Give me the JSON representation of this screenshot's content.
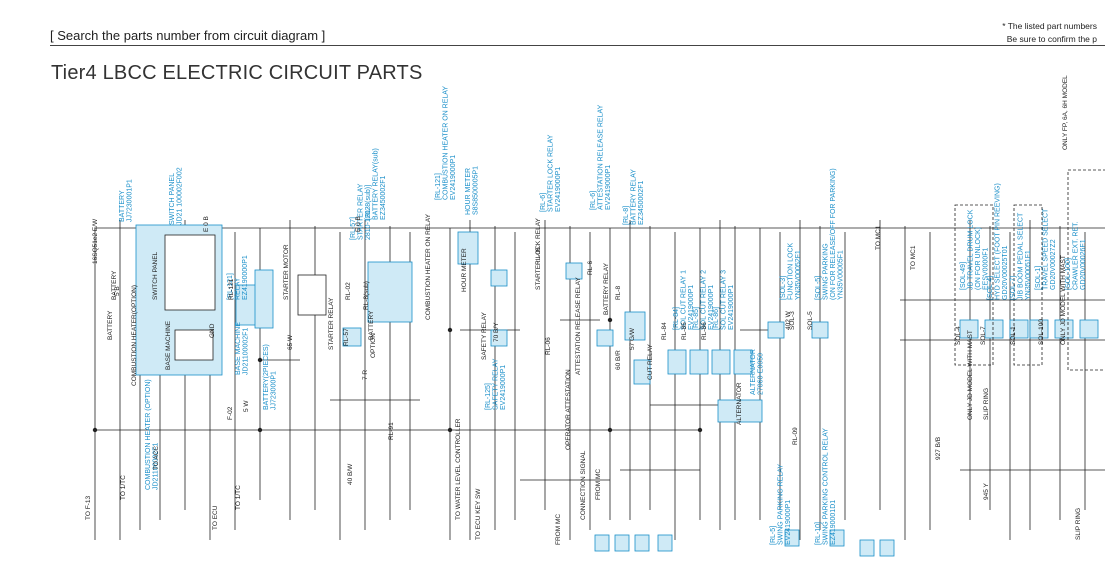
{
  "header": {
    "search_label": "[ Search the parts number from circuit diagram ]",
    "note_line1": "* The listed part numbers",
    "note_line2": "Be sure to confirm the p"
  },
  "page_title": "Tier4 LBCC ELECTRIC CIRCUIT PARTS",
  "colors": {
    "cyan_box_fill": "#cfeaf6",
    "cyan_text": "#1a8fc9",
    "wire": "#222222"
  },
  "parts_labels": [
    "BATTERY\nJJ7230001P1",
    "SWITCH PANEL\nJD21 100002F002",
    "[RL-121]\nRELAY\nEZ4190000P1",
    "BASE MACHINE\nJD21100002F1",
    "BATTERY(2PIECES)\nJJ723000P1",
    "[RL-57]\nSTARTER RELAY\n2810-1202",
    "[RL-8(sub)]\nBATTERY RELAY(sub)\nEZ3450002F1",
    "[RL-121]\nCOMBUSTION HEATER ON RELAY\nEV2419000P1",
    "HOUR METER\nS8S8500005P1",
    "[RL-6]\nSTARTER LOCK RELAY\nEV2419000P1",
    "[RL-6]\nATTESTATION RELEASE RELAY\nEV2419000P1",
    "[RL-8]\nBATTERY RELAY\nEZ3450002F1",
    "[RL-84]\nSOL CUT RELAY 1\nEV2419000P1",
    "[RL-85]\nSOL CUT RELAY 2\nEV2419000P1",
    "[RL-86]\nSOL CUT RELAY 3\nEV2419000P1",
    "ALTERNATOR\n27060-E0050",
    "[SOL-3]\nFUNCTION LOCK\nYN35V00052F1",
    "[SOL-5]\nSWING PARKING\n(ON FOR RELEASE/OFF FOR PARKING)\nYN35V00005F1",
    "[RL-125]\nSAFETY RELAY\nEV2419000P1",
    "[RL-5]\nSWING PARKING RELAY\nEV2419000P1",
    "[RL-10]\nSWING PARKING CONTROL RELAY\nEZ4190001D1",
    "COMBUSTION HEATER (OPTION)\nJD21100002F1",
    "[SOL-49]\nJB TRAVEL DRUM LOCK\n(ON FOR UNLOCK)\nEESV0000F1",
    "[SOL-4]\nHYD SELECT (FOOT PIN REEVING)\nGD20V00025T01",
    "[SOL-7]\nJIB BOOM PEDAL SELECT\nYN35V00051F1",
    "[SOL-1]\nTRAVEL SPEED SELECT\nGD20V00027Z2",
    "[SOL-100]\nCRAWLER EXT. RET.\nGD20V00026F1"
  ],
  "wire_labels": [
    "BATTERY",
    "5 B",
    "BATTERY",
    "16SQ51e2 E/W",
    "E 0 B",
    "E 0 B",
    "SWITCH PANEL",
    "COMBUSTION HEATER(OPTION)",
    "BASE MACHINE",
    "GND",
    "RL-121",
    "RL-57",
    "RL-02",
    "RL-8(sub)",
    "BATTERY",
    "OPTION",
    "STARTER RELAY",
    "STARTER MOTOR",
    "65 W",
    "7 R",
    "RL-91",
    "F-02",
    "5 W",
    "40 B/W",
    "COMBUSTION HEATER ON RELAY",
    "HOUR METER",
    "SAFETY RELAY",
    "70 B/Y",
    "STARTER LOCK RELAY",
    "RL-05",
    "RL-06",
    "ATTESTATION RELEASE RELAY",
    "RL-6",
    "BATTERY RELAY",
    "RL-8",
    "57 G/W",
    "60 B/R",
    "CUT RELAY",
    "RL-84",
    "RL-85",
    "RL-86",
    "ALTERNATOR",
    "RL-09",
    "402 W",
    "SOL-3",
    "SOL-5",
    "SOL-4",
    "SOL-7",
    "SOL-1",
    "SOL-100",
    "ONLY JD MODEL WITH MAST",
    "ONLY JD MODEL WITH MAST",
    "945 Y",
    "927 B/B",
    "SLIP RING",
    "SLIP RING",
    "ONLY FP, 6A, 6H MODEL",
    "TO F-13",
    "TO 1/TC",
    "TO ACC",
    "TO ECU",
    "TO 1/TC",
    "TO WATER LEVEL CONTROLLER",
    "TO ECU KEY SW",
    "FROM MC",
    "OPERATOR ATTESTATION",
    "CONNECTION SIGNAL",
    "FROM MC",
    "TO MC1",
    "TO MC1"
  ]
}
